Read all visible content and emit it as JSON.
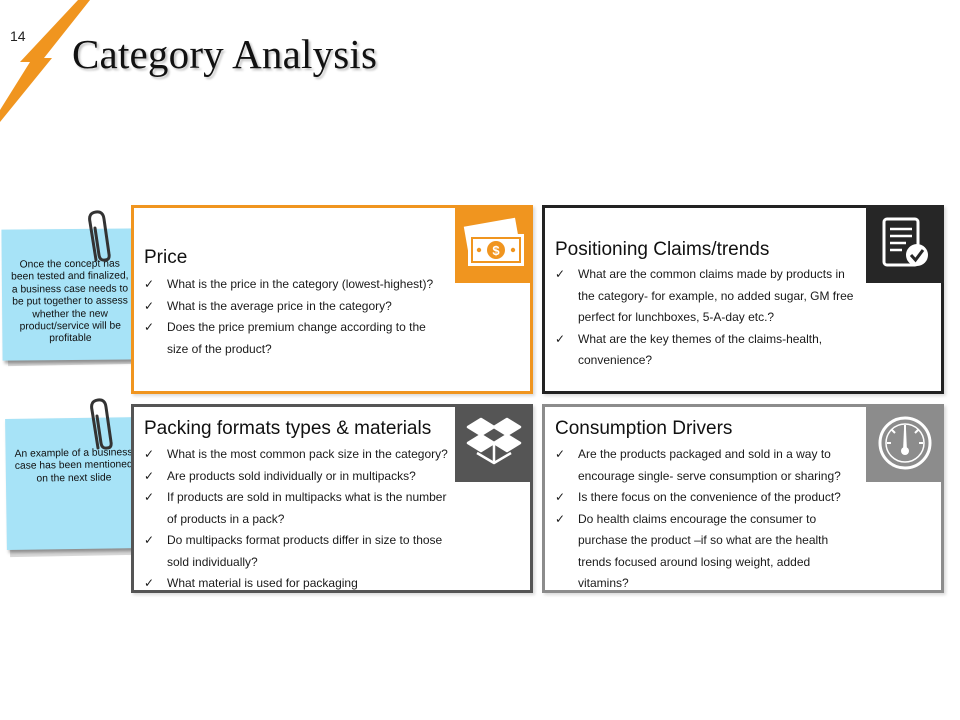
{
  "slide": {
    "page_number": "14",
    "title": "Category Analysis",
    "accent_color": "#f0951f"
  },
  "notes": [
    {
      "text": "Once the concept has been tested and finalized, a business case needs to be put together to assess whether the new product/service will be profitable"
    },
    {
      "text": "An example of a business case has been mentioned on the next slide"
    }
  ],
  "cards": {
    "price": {
      "title": "Price",
      "icon": "money-bill-icon",
      "items": [
        "What is the price in the category (lowest-highest)?",
        "What is the average price in the category?",
        "Does the price premium change according to the size of the product?"
      ]
    },
    "claims": {
      "title": "Positioning Claims/trends",
      "icon": "document-check-icon",
      "items": [
        "What are the common claims made by products in the category- for example, no added sugar, GM free perfect for lunchboxes, 5-A-day etc.?",
        "What are the key themes of the claims-health, convenience?"
      ]
    },
    "packing": {
      "title": "Packing formats types & materials",
      "icon": "boxes-icon",
      "items": [
        "What is the most common pack size in the category?",
        "Are products sold individually or in multipacks?",
        "If products are sold in multipacks what is the number of products in a pack?",
        "Do multipacks format products differ in size to those sold individually?",
        "What material is used for packaging"
      ]
    },
    "drivers": {
      "title": "Consumption Drivers",
      "icon": "gauge-icon",
      "items": [
        "Are the products packaged and sold in a way to encourage single- serve consumption or sharing?",
        "Is there focus on the convenience of the product?",
        "Do health claims encourage the consumer to purchase the product –if so what are the health trends focused around losing weight, added vitamins?"
      ]
    }
  }
}
